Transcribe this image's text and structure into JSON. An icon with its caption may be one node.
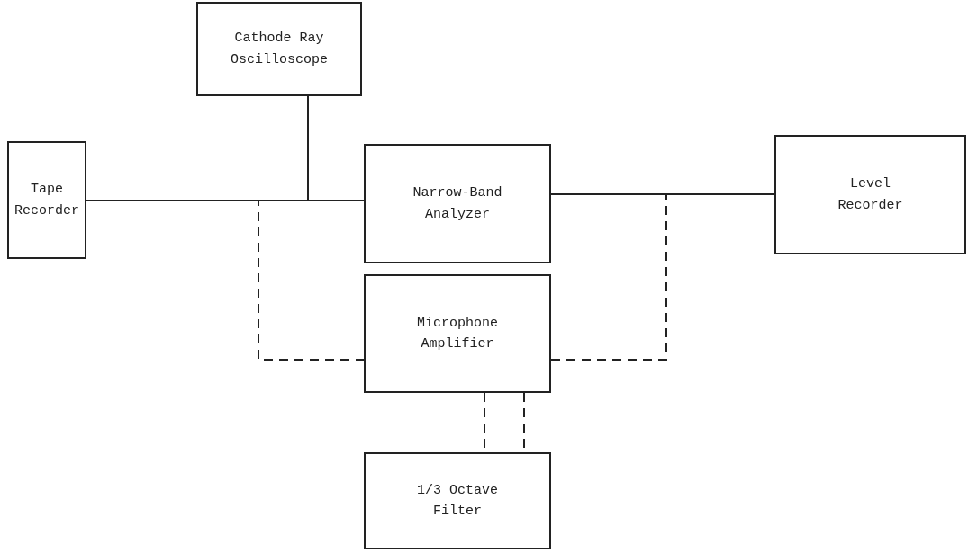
{
  "diagram": {
    "nodes": [
      {
        "text": [
          "Cathode Ray Oscilloscope"
        ]
      },
      {
        "text": [
          "Tape Recorder"
        ]
      },
      {
        "text": [
          "Narrow-Band Analyzer"
        ]
      },
      {
        "text": [
          "Level Recorder"
        ]
      },
      {
        "text": [
          "Microphone Amplifier"
        ]
      },
      {
        "text": [
          "1/3 Octave Filter"
        ]
      }
    ],
    "edges": [
      {
        "from": 0,
        "to": 1,
        "arrow": "none"
      },
      {
        "from": 0,
        "to": 2,
        "arrow": "none"
      },
      {
        "from": 1,
        "to": 2,
        "arrow": "none"
      },
      {
        "from": 2,
        "to": 3,
        "arrow": "none"
      },
      {
        "from": 1,
        "to": 4,
        "arrow": "none",
        "style": "dashed"
      },
      {
        "from": 4,
        "to": 3,
        "arrow": "none",
        "style": "dashed"
      },
      {
        "from": 4,
        "to": 5,
        "arrow": "none",
        "style": "dashed"
      },
      {
        "from": 4,
        "to": 5,
        "arrow": "none",
        "style": "dashed"
      }
    ]
  }
}
